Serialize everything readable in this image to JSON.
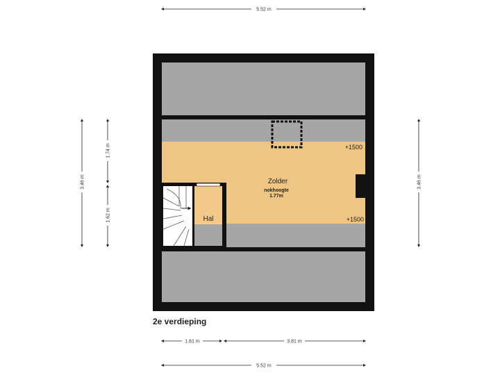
{
  "floor_title": "2e verdieping",
  "rooms": {
    "zolder": {
      "name": "Zolder",
      "ridge_label": "nokhoogte",
      "ridge_value": "1.77m"
    },
    "hal": {
      "name": "Hal"
    }
  },
  "annotations": {
    "marker_top": "+1500",
    "marker_bottom": "+1500"
  },
  "dimensions": {
    "top_total": "5.52 m",
    "bottom_left": "1.61 m",
    "bottom_right": "3.81 m",
    "bottom_total": "5.52 m",
    "left_total": "3.46 m",
    "left_upper": "1.74 m",
    "left_lower": "1.62 m",
    "right_total": "3.46 m"
  },
  "colors": {
    "wall": "#111111",
    "roof_slope": "#a6a6a6",
    "zolder_floor": "#efc583",
    "hal_floor": "#f3c98a",
    "stairs": "#ffffff"
  }
}
